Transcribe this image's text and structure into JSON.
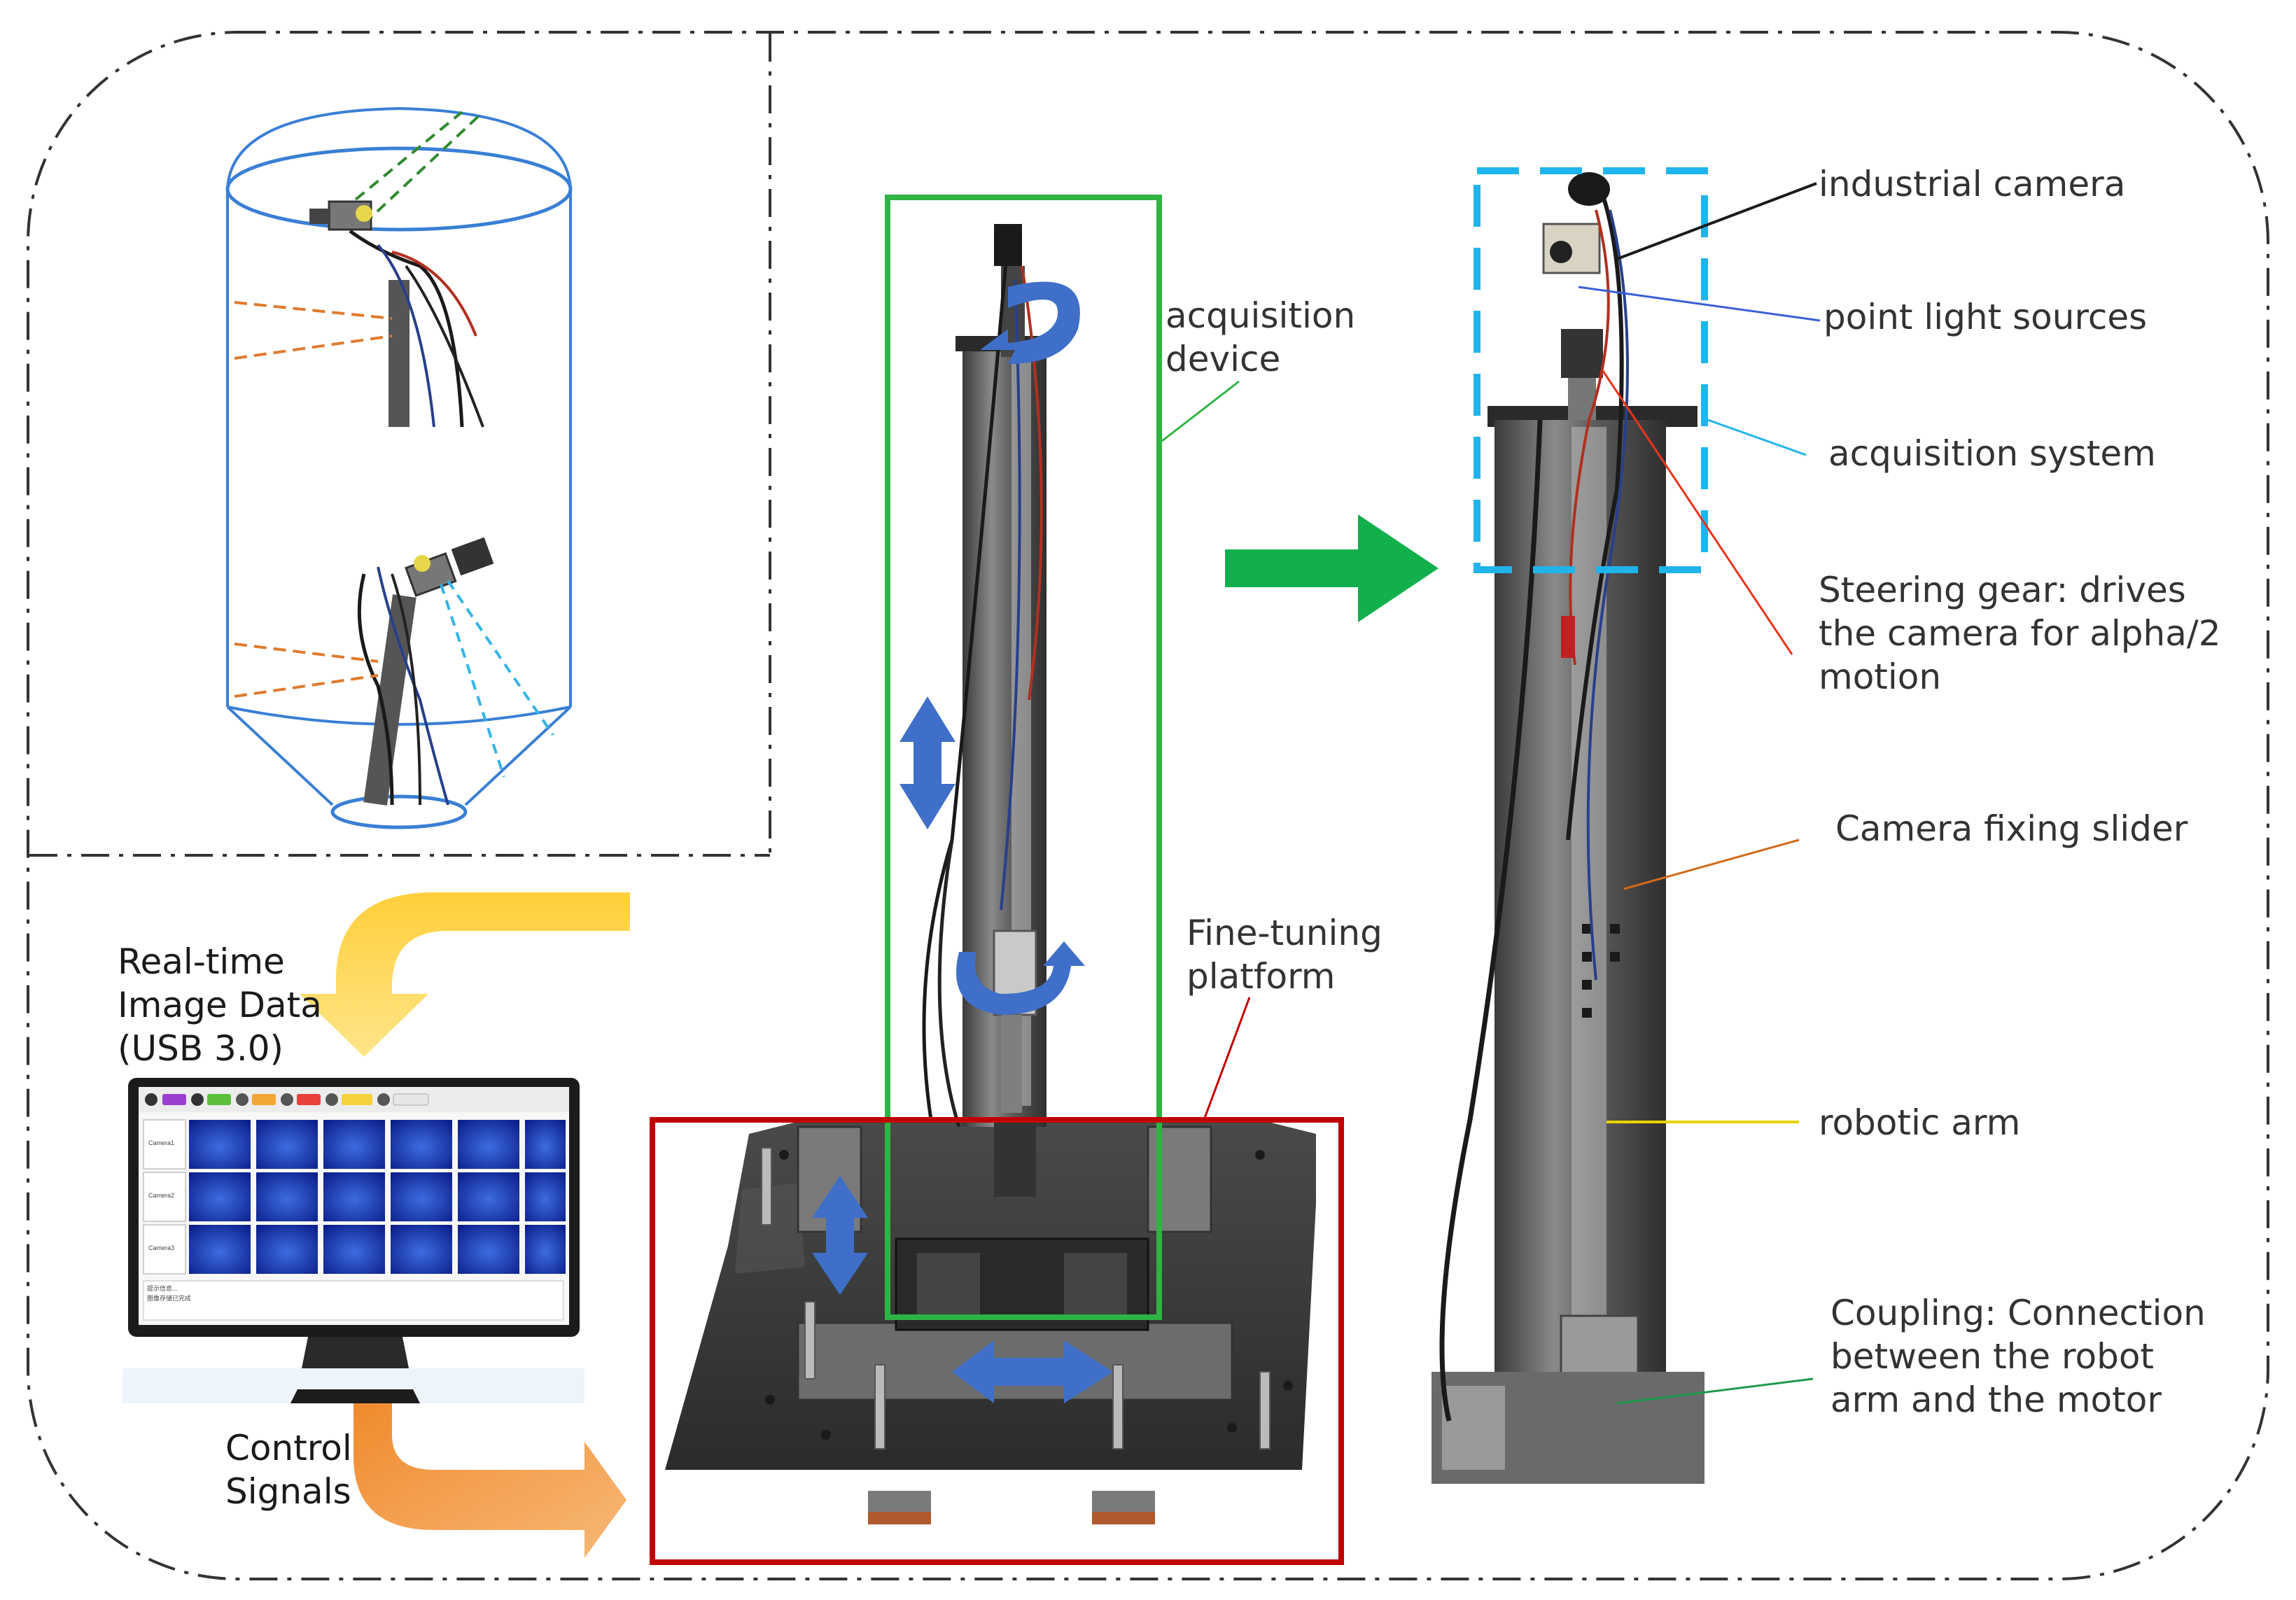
{
  "colors": {
    "frame_stroke": "#333333",
    "acquisition_box": "#2fb344",
    "platform_box": "#c00000",
    "system_box": "#1fb4ec",
    "big_arrow": "#11b04c",
    "yellow_arrow": "#ffd44a",
    "orange_arrow": "#f2923c",
    "blue_arrows": "#3f6fc8",
    "silo_outline": "#3a7fd6",
    "leader_camera": "#1a1a1a",
    "leader_light": "#3b5fd6",
    "leader_system": "#1fb4ec",
    "leader_gear": "#e8351c",
    "leader_slider": "#d26a1a",
    "leader_arm": "#e8d400",
    "leader_coupling": "#1f9a4a"
  },
  "icons": {
    "acquisition_arrow": "thick-right-arrow",
    "data_arrow": "curved-down-arrow",
    "control_arrow": "curved-right-arrow",
    "motion_arrows": "double-headed-arrow"
  },
  "labels": {
    "acquisition_device": "acquisition\ndevice",
    "fine_tuning_platform": "Fine-tuning\nplatform",
    "image_data": "Real-time\nImage Data\n(USB 3.0)",
    "control_signals": "Control\nSignals",
    "industrial_camera": "industrial camera",
    "point_light_sources": "point light sources",
    "acquisition_system": "acquisition system",
    "steering_gear": "Steering gear: drives\nthe camera for alpha/2\nmotion",
    "camera_slider": "Camera fixing slider",
    "robotic_arm": "robotic arm",
    "coupling": "Coupling: Connection\nbetween the robot\narm and the motor"
  },
  "monitor": {
    "row_labels": [
      "Camera1",
      "Camera2",
      "Camera3"
    ],
    "status_lines": [
      "提示信息...",
      "图像存储已完成"
    ]
  }
}
